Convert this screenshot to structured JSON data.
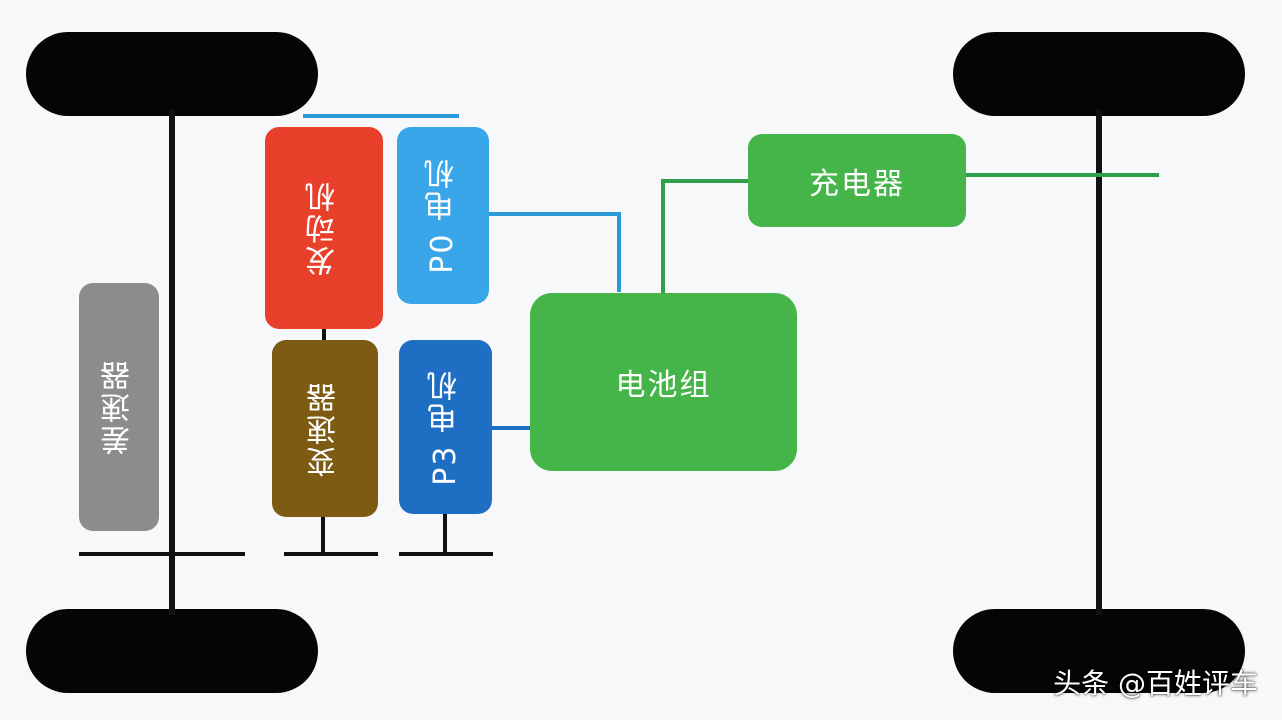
{
  "boxes": {
    "differential": "差速器",
    "engine": "发动机",
    "p0_motor": "P0 电机",
    "transmission": "变速器",
    "p3_motor": "P3 电机",
    "battery": "电池组",
    "charger": "充电器"
  },
  "watermark": "头条 @百姓评车",
  "colors": {
    "differential": "#8c8c8c",
    "engine": "#e8402a",
    "p0_motor": "#3aa6ea",
    "transmission": "#7e5b13",
    "p3_motor": "#1e6fc3",
    "battery": "#45b54a",
    "charger": "#45b54a",
    "blue_line": "#2b9ad8",
    "green_line": "#2f9e4a",
    "wheel": "#050505"
  }
}
